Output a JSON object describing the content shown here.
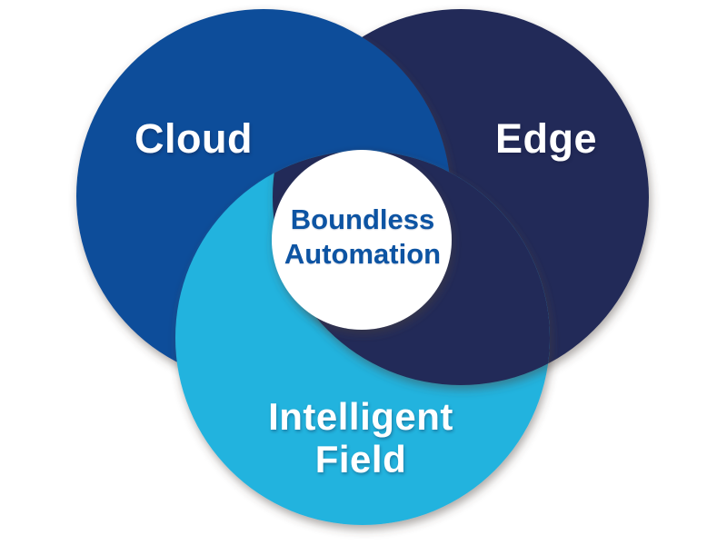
{
  "diagram": {
    "type": "venn",
    "background_color": "#ffffff",
    "shadow_color": "#4a3f38",
    "circles": [
      {
        "id": "cloud",
        "label": "Cloud",
        "color": "#0f4e9a",
        "text_color": "#ffffff"
      },
      {
        "id": "edge",
        "label": "Edge",
        "color": "#212c58",
        "text_color": "#ffffff"
      },
      {
        "id": "intelligent-field",
        "label": "Intelligent Field",
        "color": "#23b3de",
        "text_color": "#ffffff"
      }
    ],
    "center": {
      "label": "Boundless Automation",
      "fill_color": "#ffffff",
      "text_color": "#0d54a3"
    }
  }
}
